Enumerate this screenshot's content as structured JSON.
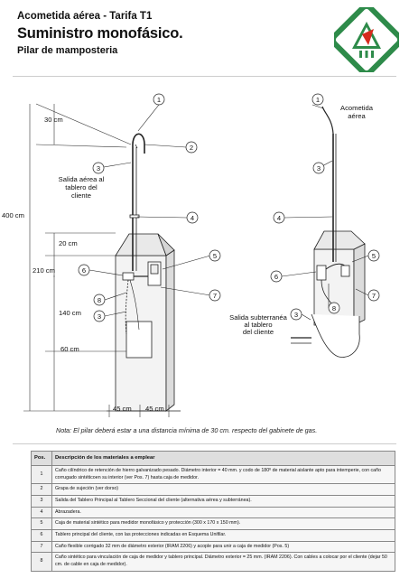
{
  "header": {
    "kicker": "Acometida aérea - Tarifa T1",
    "title": "Suministro monofásico.",
    "subtitle": "Pilar de mamposteria"
  },
  "diagram": {
    "dims": {
      "d30": "30 cm",
      "d400": "400 cm",
      "d20": "20 cm",
      "d210": "210 cm",
      "d140": "140 cm",
      "d60": "60 cm",
      "d45a": "45 cm",
      "d45b": "45 cm"
    },
    "labels": {
      "salida_aerea": [
        "Salida aérea al",
        "tablero del",
        "cliente"
      ],
      "acometida": [
        "Acometida",
        "aérea"
      ],
      "salida_sub": [
        "Salida subterranéa",
        "al tablero",
        "del cliente"
      ]
    },
    "callouts": {
      "n1": "1",
      "n2": "2",
      "n3": "3",
      "n4": "4",
      "n5": "5",
      "n6": "6",
      "n7": "7",
      "n8": "8"
    }
  },
  "note": "Nota: El pilar deberá estar a una distancia mínima de 30 cm. respecto del gabinete de gas.",
  "table": {
    "headers": {
      "pos": "Pos.",
      "desc": "Descripción de los materiales a emplear"
    },
    "rows": [
      {
        "pos": "1",
        "desc": "Caño cilíndrico de retención de hierro galvanizado pesado. Diámetro interior = 40 mm. y codo de 180º de material aislante apto para intemperie, con caño corrugado sintéticoen su interior (ver Pos. 7) hasta caja de medidor."
      },
      {
        "pos": "2",
        "desc": "Grapa de sujeción (ver dorso)"
      },
      {
        "pos": "3",
        "desc": "Salida del Tablero Principal al Tablero Seccional del cliente (alternativa aérea y subterránea)."
      },
      {
        "pos": "4",
        "desc": "Abrazadera."
      },
      {
        "pos": "5",
        "desc": "Caja de material sintético para medidor monofásico y protección (300 x 170 x 150 mm)."
      },
      {
        "pos": "6",
        "desc": "Tablero principal del cliente, con las protecciones indicadas en Esquema Unifilar."
      },
      {
        "pos": "7",
        "desc": "Caño flexible corrigado 32 mm de diámetro exterior (IRAM 2206) y acople para unir a caja de medidor (Pos. 5)"
      },
      {
        "pos": "8",
        "desc": "Caño sintético para vinculación de caja de medidor y tablero principal. Diámetro exterior = 25 mm. (IRAM 2206). Con cables a colocar por el cliente (dejar 50 cm. de cable en caja de medidor)."
      }
    ]
  }
}
